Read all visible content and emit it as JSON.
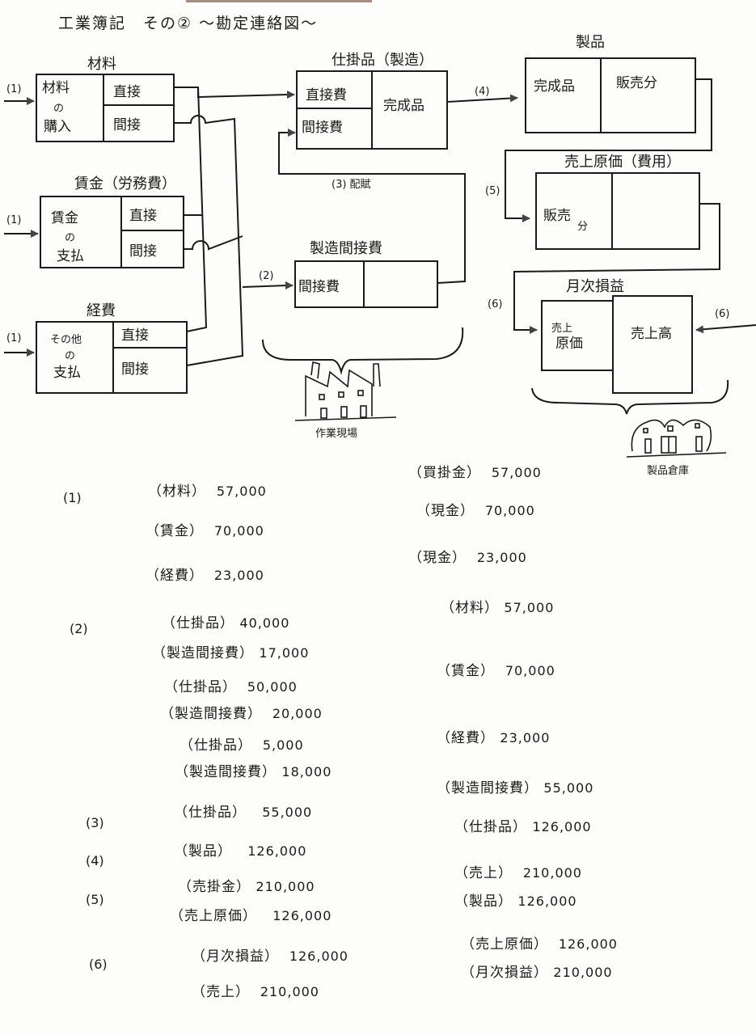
{
  "title": "工業簿記　その② ～勘定連絡図～",
  "diagram": {
    "accounts": {
      "zairyo": {
        "title": "材料",
        "left": [
          "材料",
          "の",
          "購入"
        ],
        "right_top": "直接",
        "right_bottom": "間接",
        "input_label": "(1)"
      },
      "chingin": {
        "title": "賃金（労務費）",
        "left": [
          "賃金",
          "の",
          "支払"
        ],
        "right_top": "直接",
        "right_bottom": "間接",
        "input_label": "(1)"
      },
      "keihi": {
        "title": "経費",
        "left": [
          "その他",
          "の",
          "支払"
        ],
        "right_top": "直接",
        "right_bottom": "間接",
        "input_label": "(1)"
      },
      "shikakarihin": {
        "title": "仕掛品（製造）",
        "left_top": "直接費",
        "left_bottom": "間接費",
        "right": "完成品"
      },
      "seizo_kansetsuhi": {
        "title": "製造間接費",
        "left": "間接費",
        "right": "",
        "input_label": "(2)"
      },
      "seihin": {
        "title": "製品",
        "left": "完成品",
        "right": "販売分",
        "input_label": "(4)"
      },
      "uriage_genka": {
        "title": "売上原価（費用）",
        "left": [
          "販売",
          "分"
        ],
        "right": "",
        "input_label": "(5)"
      },
      "getsuji_soneki": {
        "title": "月次損益",
        "left": [
          "売上",
          "原価"
        ],
        "right": "売上高",
        "input_label_left": "(6)",
        "input_label_right": "(6)"
      }
    },
    "allocation_label": "(3) 配賦",
    "factory_label": "作業現場",
    "warehouse_label": "製品倉庫"
  },
  "journal": [
    {
      "step": "(1)",
      "debit": [
        {
          "account": "（材料）",
          "amount": "57,000"
        },
        {
          "account": "（賃金）",
          "amount": "70,000"
        },
        {
          "account": "（経費）",
          "amount": "23,000"
        }
      ],
      "credit": [
        {
          "account": "（買掛金）",
          "amount": "57,000"
        },
        {
          "account": "（現金）",
          "amount": "70,000"
        },
        {
          "account": "（現金）",
          "amount": "23,000"
        }
      ]
    },
    {
      "step": "(2)",
      "debit": [
        {
          "account": "（仕掛品）",
          "amount": "40,000"
        },
        {
          "account": "（製造間接費）",
          "amount": "17,000"
        },
        {
          "account": "（仕掛品）",
          "amount": "50,000"
        },
        {
          "account": "（製造間接費）",
          "amount": "20,000"
        },
        {
          "account": "（仕掛品）",
          "amount": "5,000"
        },
        {
          "account": "（製造間接費）",
          "amount": "18,000"
        }
      ],
      "credit": [
        {
          "account": "（材料）",
          "amount": "57,000"
        },
        {
          "account": "（賃金）",
          "amount": "70,000"
        },
        {
          "account": "（経費）",
          "amount": "23,000"
        }
      ]
    },
    {
      "step": "(3)",
      "debit": [
        {
          "account": "（仕掛品）",
          "amount": "55,000"
        }
      ],
      "credit": [
        {
          "account": "（製造間接費）",
          "amount": "55,000"
        }
      ]
    },
    {
      "step": "(4)",
      "debit": [
        {
          "account": "（製品）",
          "amount": "126,000"
        }
      ],
      "credit": [
        {
          "account": "（仕掛品）",
          "amount": "126,000"
        }
      ]
    },
    {
      "step": "(5)",
      "debit": [
        {
          "account": "（売掛金）",
          "amount": "210,000"
        },
        {
          "account": "（売上原価）",
          "amount": "126,000"
        }
      ],
      "credit": [
        {
          "account": "（売上）",
          "amount": "210,000"
        },
        {
          "account": "（製品）",
          "amount": "126,000"
        }
      ]
    },
    {
      "step": "(6)",
      "debit": [
        {
          "account": "（月次損益）",
          "amount": "126,000"
        },
        {
          "account": "（売上）",
          "amount": "210,000"
        }
      ],
      "credit": [
        {
          "account": "（売上原価）",
          "amount": "126,000"
        },
        {
          "account": "（月次損益）",
          "amount": "210,000"
        }
      ]
    }
  ]
}
